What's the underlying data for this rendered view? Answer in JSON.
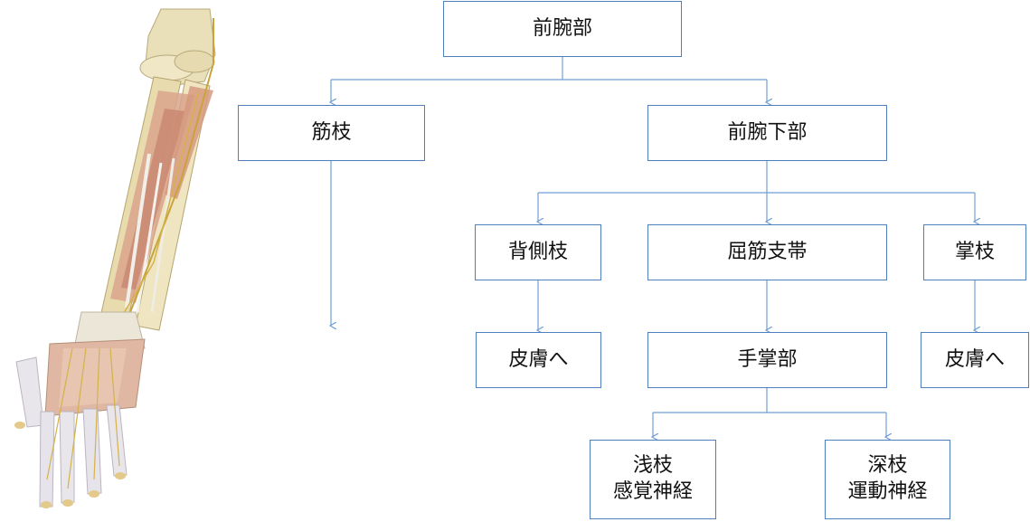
{
  "colors": {
    "box_border": "#4f7fbf",
    "connector": "#6f9fd4",
    "text": "#111111"
  },
  "nodes": {
    "forearm": {
      "label": "前腕部"
    },
    "muscular_branch": {
      "label": "筋枝"
    },
    "lower_forearm": {
      "label": "前腕下部"
    },
    "dorsal_branch": {
      "label": "背側枝"
    },
    "flexor_retinaculum": {
      "label": "屈筋支帯"
    },
    "palmar_branch": {
      "label": "掌枝"
    },
    "skin_left": {
      "label": "皮膚へ"
    },
    "palm": {
      "label": "手掌部"
    },
    "skin_right": {
      "label": "皮膚へ"
    },
    "superficial": {
      "line1": "浅枝",
      "line2": "感覚神経"
    },
    "deep": {
      "line1": "深枝",
      "line2": "運動神経"
    }
  }
}
